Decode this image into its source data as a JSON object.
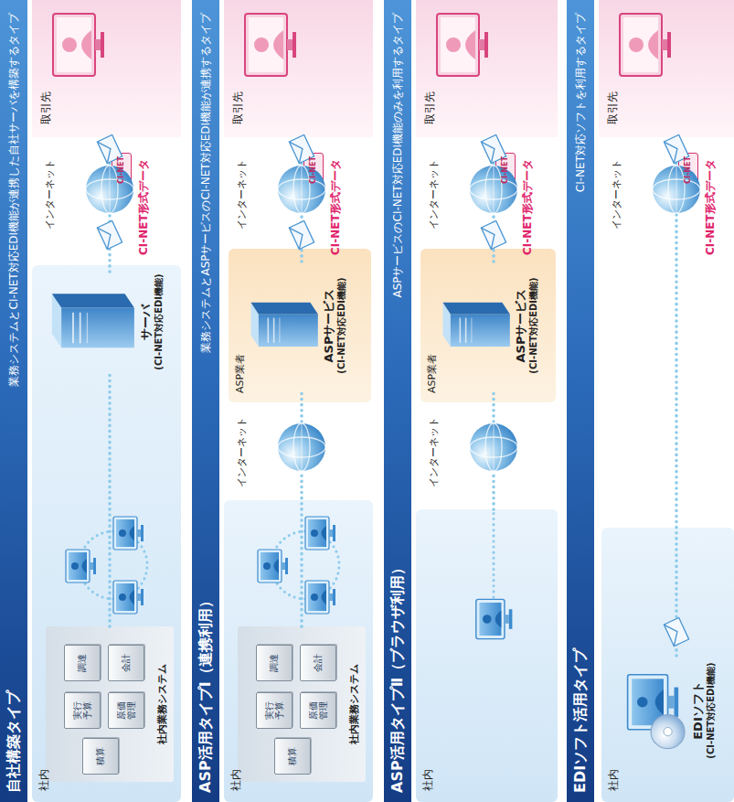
{
  "diagram": {
    "nodes": [
      {
        "text": [
          "自社構築タイプ",
          "業務システムとCI-NET対応EDI機能が連携した自社サーバを構築するタイプ"
        ]
      },
      {
        "text": [
          "社内"
        ],
        "in": 0
      },
      {
        "text": [
          "社内業務システム"
        ],
        "in": 1
      },
      {
        "text": [
          "積算"
        ],
        "in": 2
      },
      {
        "text": [
          "実行予算"
        ],
        "in": 2
      },
      {
        "text": [
          "原価管理"
        ],
        "in": 2
      },
      {
        "text": [
          "調達"
        ],
        "in": 2
      },
      {
        "text": [
          "会計"
        ],
        "in": 2
      },
      {
        "text": [
          "サーバ",
          "(CI-NET対応EDI機能)"
        ],
        "in": 1
      },
      {
        "text": [
          "インターネット"
        ],
        "in": 0
      },
      {
        "text": [
          "CI-NET"
        ],
        "in": 0
      },
      {
        "text": [
          "取引先"
        ],
        "in": 0
      },
      {
        "text": [
          "ASP活用タイプⅠ（連携利用）",
          "業務システムとASPサービスのCI-NET対応EDI機能が連携するタイプ"
        ]
      },
      {
        "text": [
          "社内"
        ],
        "in": 12
      },
      {
        "text": [
          "社内業務システム"
        ],
        "in": 13
      },
      {
        "text": [
          "積算"
        ],
        "in": 14
      },
      {
        "text": [
          "実行予算"
        ],
        "in": 14
      },
      {
        "text": [
          "原価管理"
        ],
        "in": 14
      },
      {
        "text": [
          "調達"
        ],
        "in": 14
      },
      {
        "text": [
          "会計"
        ],
        "in": 14
      },
      {
        "text": [
          "インターネット"
        ],
        "in": 12
      },
      {
        "text": [
          "ASP業者"
        ],
        "in": 12
      },
      {
        "text": [
          "ASPサービス",
          "(CI-NET対応EDI機能)"
        ],
        "in": 21
      },
      {
        "text": [
          "インターネット"
        ],
        "in": 12
      },
      {
        "text": [
          "CI-NET"
        ],
        "in": 12
      },
      {
        "text": [
          "取引先"
        ],
        "in": 12
      },
      {
        "text": [
          "ASP活用タイプⅡ（ブラウザ利用）",
          "ASPサービスのCI-NET対応EDI機能のみを利用するタイプ"
        ]
      },
      {
        "text": [
          "社内"
        ],
        "in": 26
      },
      {
        "text": [
          "インターネット"
        ],
        "in": 26
      },
      {
        "text": [
          "ASP業者"
        ],
        "in": 26
      },
      {
        "text": [
          "ASPサービス",
          "(CI-NET対応EDI機能)"
        ],
        "in": 29
      },
      {
        "text": [
          "インターネット"
        ],
        "in": 26
      },
      {
        "text": [
          "CI-NET"
        ],
        "in": 26
      },
      {
        "text": [
          "取引先"
        ],
        "in": 26
      },
      {
        "text": [
          "EDIソフト活用タイプ",
          "CI-NET対応ソフトを利用するタイプ"
        ]
      },
      {
        "text": [
          "社内"
        ],
        "in": 34
      },
      {
        "text": [
          "EDIソフト",
          "(CI-NET対応EDI機能)"
        ],
        "in": 35
      },
      {
        "text": [
          "インターネット"
        ],
        "in": 34
      },
      {
        "text": [
          "CI-NET"
        ],
        "in": 34
      },
      {
        "text": [
          "取引先"
        ],
        "in": 34
      }
    ],
    "edges": [
      {
        "from": 2,
        "to": 8,
        "arrow": "none"
      },
      {
        "from": 8,
        "to": 9,
        "arrow": "none"
      },
      {
        "from": 9,
        "to": 11,
        "arrow": "none"
      },
      {
        "from": 14,
        "to": 20,
        "arrow": "none"
      },
      {
        "from": 20,
        "to": 22,
        "arrow": "none"
      },
      {
        "from": 22,
        "to": 23,
        "arrow": "none"
      },
      {
        "from": 23,
        "to": 25,
        "arrow": "none"
      },
      {
        "from": 27,
        "to": 28,
        "arrow": "none"
      },
      {
        "from": 28,
        "to": 30,
        "arrow": "none"
      },
      {
        "from": 30,
        "to": 31,
        "arrow": "none"
      },
      {
        "from": 31,
        "to": 33,
        "arrow": "none"
      },
      {
        "from": 36,
        "to": 37,
        "arrow": "none"
      },
      {
        "from": 37,
        "to": 39,
        "arrow": "none"
      }
    ],
    "labels": [
      "CI-NET形式データ",
      "CI-NET形式データ",
      "CI-NET形式データ",
      "CI-NET形式データ"
    ]
  }
}
